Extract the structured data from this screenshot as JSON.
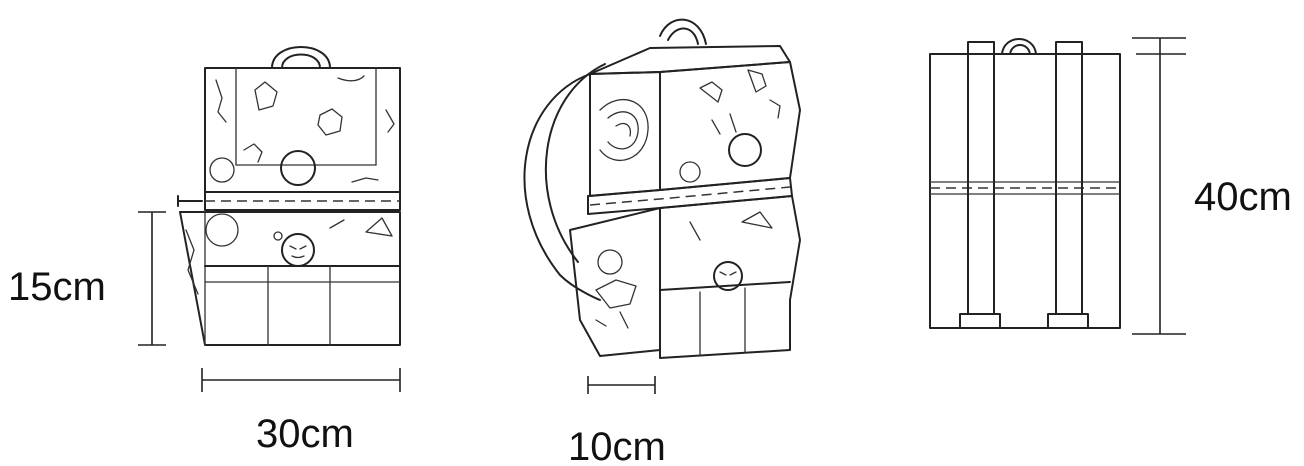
{
  "dimensions": {
    "side_height": "15cm",
    "side_width": "30cm",
    "depth": "10cm",
    "back_height": "40cm"
  }
}
